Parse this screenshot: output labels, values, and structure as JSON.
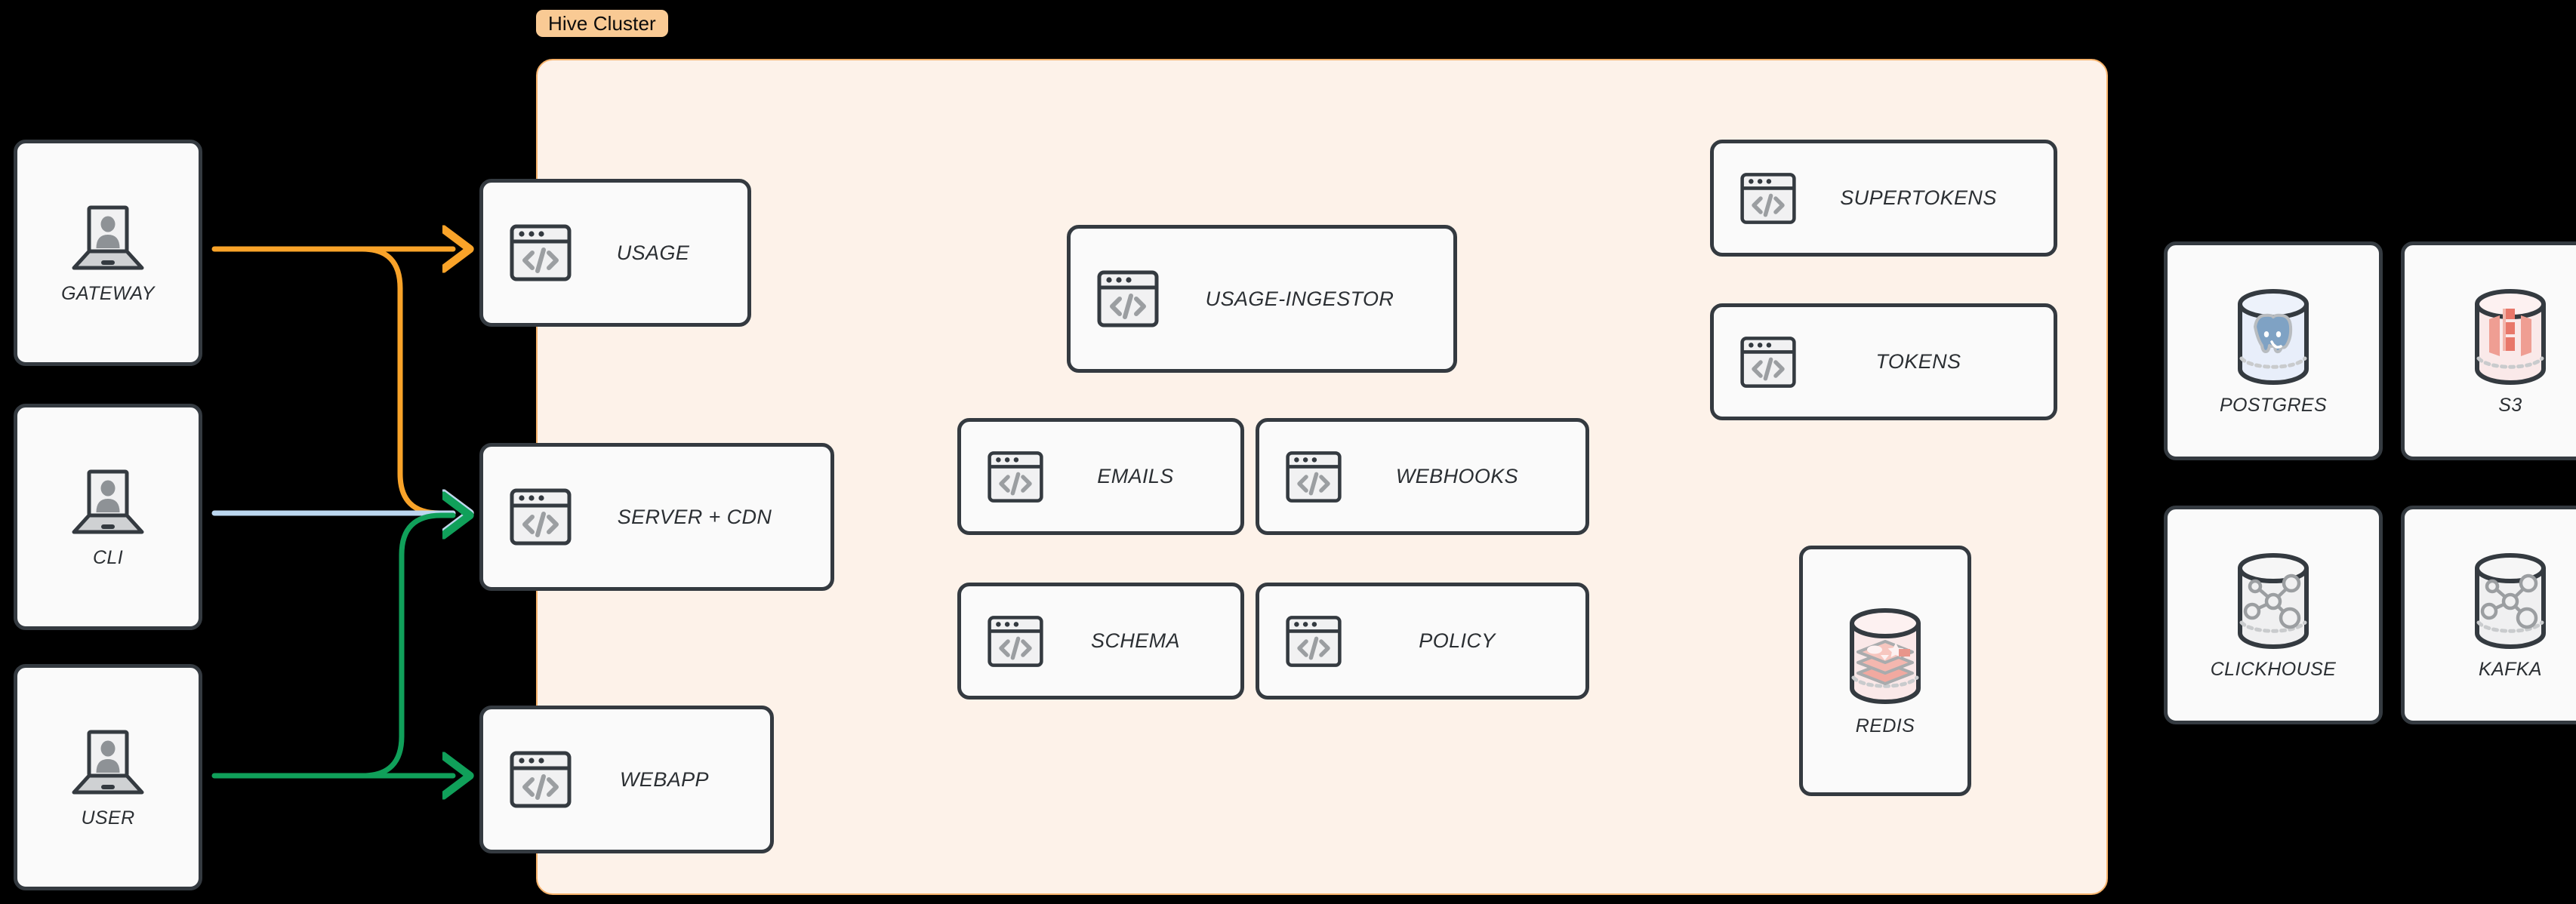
{
  "cluster": {
    "badge_label": "Hive Cluster",
    "bg_color": "#fdf2e9",
    "border_color": "#f6b26b",
    "badge_color": "#f9ca94"
  },
  "clients": [
    {
      "label": "GATEWAY",
      "icon": "laptop-user-icon"
    },
    {
      "label": "CLI",
      "icon": "laptop-user-icon"
    },
    {
      "label": "USER",
      "icon": "laptop-user-icon"
    }
  ],
  "edge_services": [
    {
      "label": "USAGE",
      "icon": "code-window-icon"
    },
    {
      "label": "SERVER + CDN",
      "icon": "code-window-icon"
    },
    {
      "label": "WEBAPP",
      "icon": "code-window-icon"
    }
  ],
  "core_services": [
    {
      "label": "USAGE-INGESTOR",
      "icon": "code-window-icon"
    },
    {
      "label": "EMAILS",
      "icon": "code-window-icon"
    },
    {
      "label": "WEBHOOKS",
      "icon": "code-window-icon"
    },
    {
      "label": "SCHEMA",
      "icon": "code-window-icon"
    },
    {
      "label": "POLICY",
      "icon": "code-window-icon"
    }
  ],
  "auth_services": [
    {
      "label": "SUPERTOKENS",
      "icon": "code-window-icon"
    },
    {
      "label": "TOKENS",
      "icon": "code-window-icon"
    }
  ],
  "cluster_datastores": [
    {
      "label": "REDIS",
      "icon": "redis-cylinder-icon"
    }
  ],
  "external_datastores": [
    {
      "label": "POSTGRES",
      "icon": "postgres-cylinder-icon"
    },
    {
      "label": "S3",
      "icon": "s3-cylinder-icon"
    },
    {
      "label": "CLICKHOUSE",
      "icon": "clickhouse-cylinder-icon"
    },
    {
      "label": "KAFKA",
      "icon": "kafka-cylinder-icon"
    }
  ],
  "connections": [
    {
      "from": "GATEWAY",
      "to": "USAGE",
      "color": "#f9a329"
    },
    {
      "from": "GATEWAY",
      "to": "SERVER + CDN",
      "color": "#f9a329"
    },
    {
      "from": "CLI",
      "to": "SERVER + CDN",
      "color": "#bcd7f0"
    },
    {
      "from": "USER",
      "to": "SERVER + CDN",
      "color": "#10a05a"
    },
    {
      "from": "USER",
      "to": "WEBAPP",
      "color": "#10a05a"
    }
  ]
}
